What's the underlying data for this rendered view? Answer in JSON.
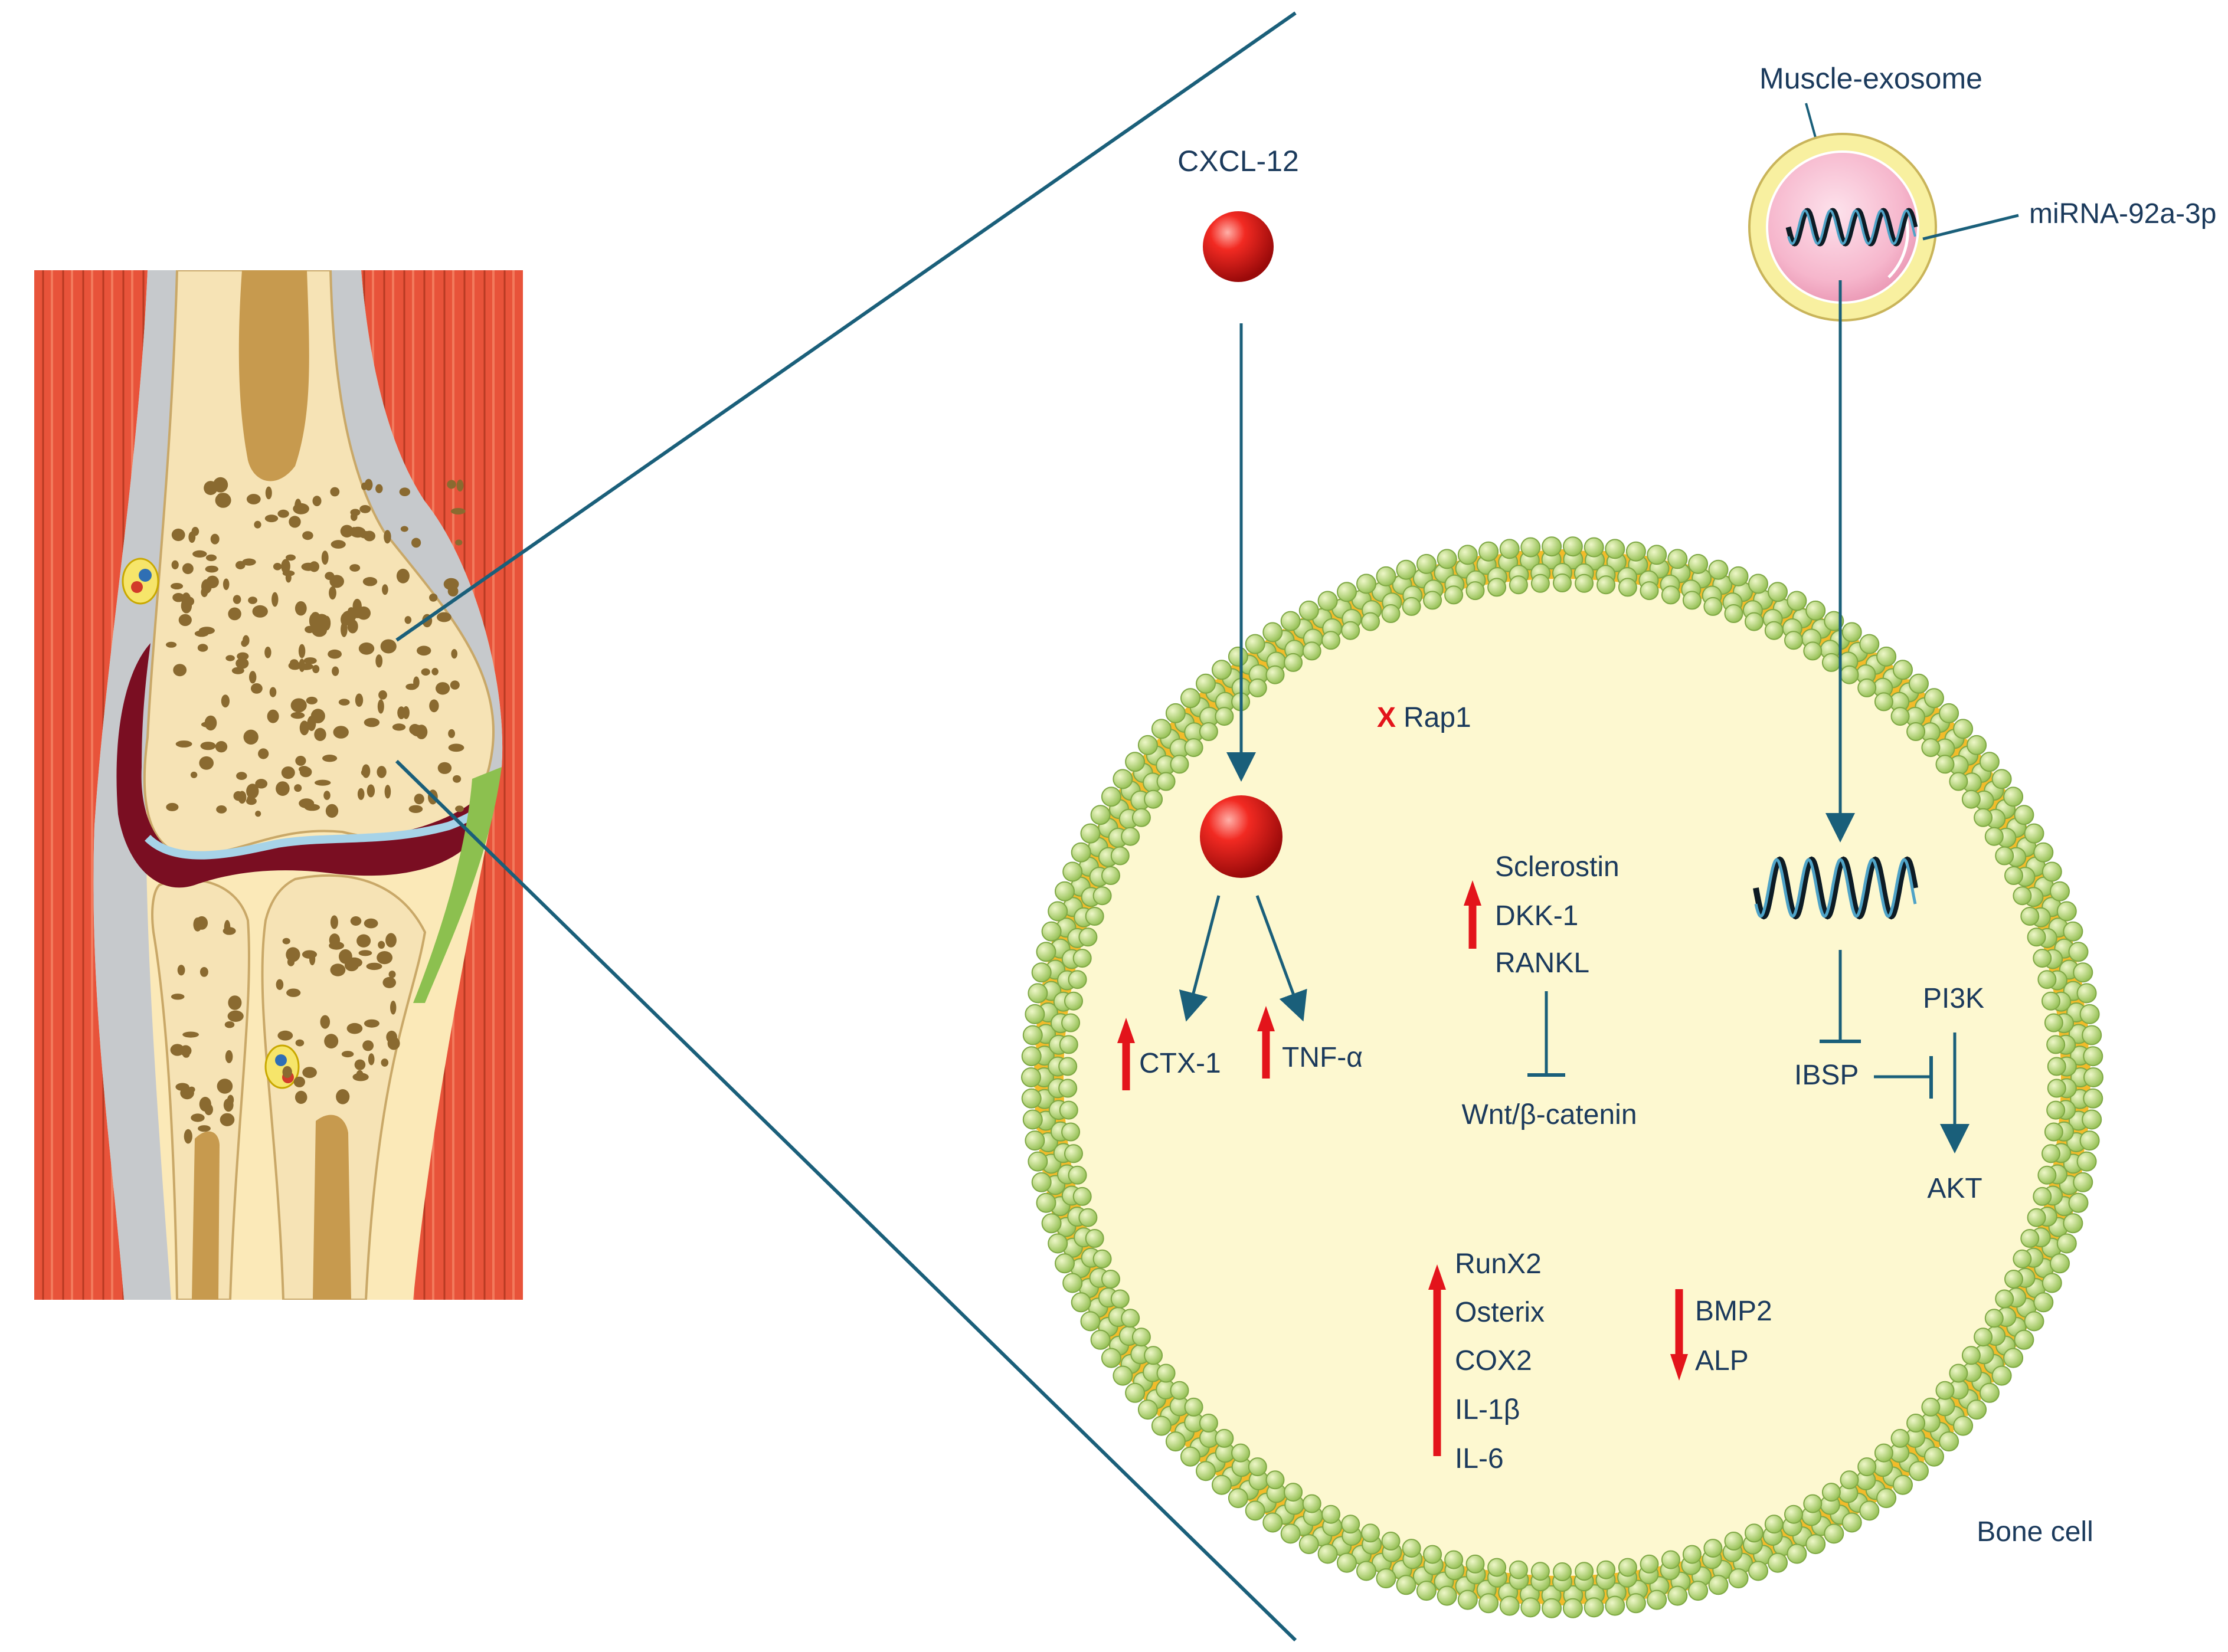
{
  "labels": {
    "cxcl12": "CXCL-12",
    "muscle_exosome": "Muscle-exosome",
    "mirna": "miRNA-92a-3p",
    "rap1_mark": "X",
    "rap1": "Rap1",
    "sclerostin": "Sclerostin",
    "dkk1": "DKK-1",
    "rankl": "RANKL",
    "wnt": "Wnt/β-catenin",
    "ctx1": "CTX-1",
    "tnfa": "TNF-α",
    "pi3k": "PI3K",
    "ibsp": "IBSP",
    "akt": "AKT",
    "runx2": "RunX2",
    "osterix": "Osterix",
    "cox2": "COX2",
    "il1b": "IL-1β",
    "il6": "IL-6",
    "bmp2": "BMP2",
    "alp": "ALP",
    "bone_cell": "Bone cell"
  },
  "colors": {
    "line": "#1a5f7a",
    "text": "#1b3a5c",
    "up_arrow": "#e3141b",
    "down_arrow": "#e3141b",
    "cell_fill": "#fdf8d0",
    "membrane_head": "#b9d97e",
    "membrane_tail": "#f2bb2a",
    "ball": "#e01818",
    "muscle": "#e8533a",
    "bone": "#f6e3b5",
    "bone_pore": "#8a6a30",
    "marrow": "#c79a4e",
    "cartilage": "#a7d3e8",
    "synovial": "#7a0e22",
    "tendon": "#c6c9cc",
    "ligament": "#8cc04f"
  }
}
